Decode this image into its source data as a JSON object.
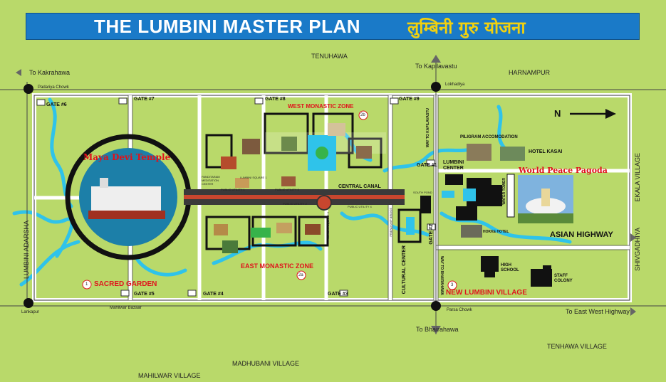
{
  "header": {
    "title": "THE LUMBINI MASTER PLAN",
    "title_nepali": "लुम्बिनी गुरु योजना"
  },
  "places": {
    "tenuhawa": "TENUHAWA",
    "harnampur": "HARNAMPUR",
    "to_kakrahawa": "To Kakrahawa",
    "to_kapilavastu": "To Kapilavastu",
    "padariya_chowk": "Padariya Chowk",
    "lokhadiya": "Lokhadiya",
    "lankapur": "Lankapur",
    "mahilwar_bazaar": "Mahilwar Bazaar",
    "parsa_chowk": "Parsa Chowk",
    "to_bhairahawa": "To Bhairahawa",
    "to_east_west_highway": "To East West Highway",
    "tenhawa_village": "TENHAWA VILLAGE",
    "madhubani_village": "MADHUBANI VILLAGE",
    "mahilwar_village": "MAHILWAR VILLAGE",
    "lumbini_adarsha": "LUMBINI ADARSHA",
    "ekala_village": "EKALA VILLAGE",
    "shivgadhiya": "SHIVGADHIYA",
    "asian_highway": "ASIAN HIGHWAY",
    "north": "N"
  },
  "gates": {
    "g6": "GATE #6",
    "g7": "GATE #7",
    "g8": "GATE #8",
    "g9": "GATE #9",
    "g1": "GATE #1",
    "g2": "GATE #2",
    "g3": "GATE #3",
    "g4": "GATE #4",
    "g5": "GATE #5"
  },
  "zones": {
    "maya_devi_temple": "Maya Devi Temple",
    "west_monastic_zone": "WEST MONASTIC ZONE",
    "west_monastic_num": "2b",
    "east_monastic_zone": "EAST MONASTIC ZONE",
    "east_monastic_num": "2a",
    "sacred_garden": "SACRED GARDEN",
    "sacred_garden_num": "1",
    "new_lumbini_village": "NEW LUMBINI VILLAGE",
    "new_lumbini_num": "3",
    "world_peace_pagoda": "World Peace Pagoda",
    "central_canal": "CENTRAL CANAL",
    "cultural_center": "CULTURAL CENTER",
    "lumbini_center": "LUMBINI CENTER",
    "piligram_accomodation": "PILIGRAM ACCOMODATION",
    "hotel_kasai": "HOTEL KASAI",
    "hokke_hotel": "HOKKE HOTEL",
    "high_school": "HIGH SCHOOL",
    "staff_colony": "STAFF COLONY",
    "water_tower": "WATER TOWER",
    "way_to_kapilavastu": "WAY TO KAPILAVASTU",
    "way_to_bhairahawa": "WAY TO BHAIRAHAWA"
  },
  "small_labels": {
    "public_utility_1": "PUBLIC UTILITY 1",
    "public_utility_2": "PUBLIC UTILITY 2",
    "public_utility_3": "PUBLIC UTILITY 3",
    "public_utility_4": "PUBLIC UTILITY 4",
    "lumbini_square_1": "LUMBINI SQUARE 1",
    "lumbini_square_2": "LUMBINI SQUARE 2",
    "panditaram": "PANDITARAM MEDITATION CENTER",
    "friendship_bridge": "FRIENDSHIP BRIDGE",
    "south_pond": "SOUTH POND"
  },
  "colors": {
    "background": "#b9d96a",
    "banner": "#1a7ac8",
    "water": "#2fc3ea",
    "road": "#ffffff",
    "accent_red": "#e0121b",
    "nepali_title": "#f2d10e"
  }
}
